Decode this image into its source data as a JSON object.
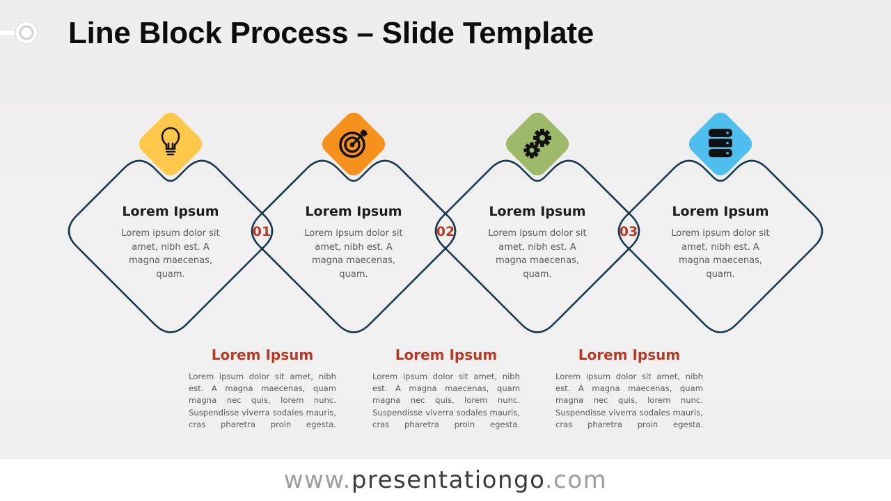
{
  "slide": {
    "title": "Line Block Process – Slide Template"
  },
  "steps": [
    {
      "heading": "Lorem Ipsum",
      "text": "Lorem ipsum dolor sit amet, nibh est. A magna maecenas, quam.",
      "icon": "lightbulb-icon",
      "color": "#FFC84B"
    },
    {
      "heading": "Lorem Ipsum",
      "text": "Lorem ipsum dolor sit amet, nibh est. A magna maecenas, quam.",
      "icon": "target-icon",
      "color": "#F7911E"
    },
    {
      "heading": "Lorem Ipsum",
      "text": "Lorem ipsum dolor sit amet, nibh est. A magna maecenas, quam.",
      "icon": "gears-icon",
      "color": "#9CBA6A"
    },
    {
      "heading": "Lorem Ipsum",
      "text": "Lorem ipsum dolor sit amet, nibh est. A magna maecenas, quam.",
      "icon": "database-icon",
      "color": "#4DBEEE"
    }
  ],
  "connectors": [
    {
      "number": "01",
      "heading": "Lorem Ipsum",
      "text": "Lorem ipsum dolor sit amet, nibh est. A magna maecenas, quam magna nec quis, lorem nunc. Suspendisse viverra sodales mauris, cras pharetra proin egesta."
    },
    {
      "number": "02",
      "heading": "Lorem Ipsum",
      "text": "Lorem ipsum dolor sit amet, nibh est. A magna maecenas, quam magna nec quis, lorem nunc. Suspendisse viverra sodales mauris, cras pharetra proin egesta."
    },
    {
      "number": "03",
      "heading": "Lorem Ipsum",
      "text": "Lorem ipsum dolor sit amet, nibh est. A magna maecenas, quam magna nec quis, lorem nunc. Suspendisse viverra sodales mauris, cras pharetra proin egesta."
    }
  ],
  "footer": {
    "prefix": "www.",
    "brand": "presentationgo",
    "suffix": ".com"
  },
  "colors": {
    "outline": "#16384F",
    "accent": "#B83A25"
  }
}
